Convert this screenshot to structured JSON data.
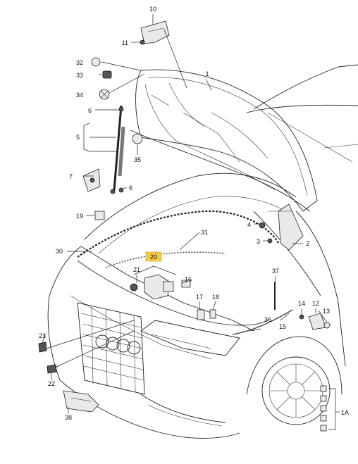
{
  "diagram": {
    "callouts": [
      {
        "id": "c10",
        "text": "10"
      },
      {
        "id": "c11",
        "text": "11"
      },
      {
        "id": "c32",
        "text": "32"
      },
      {
        "id": "c33",
        "text": "33"
      },
      {
        "id": "c34",
        "text": "34"
      },
      {
        "id": "c1",
        "text": "1"
      },
      {
        "id": "c6a",
        "text": "6"
      },
      {
        "id": "c5",
        "text": "5"
      },
      {
        "id": "c35",
        "text": "35"
      },
      {
        "id": "c7",
        "text": "7"
      },
      {
        "id": "c6b",
        "text": "6"
      },
      {
        "id": "c19",
        "text": "19"
      },
      {
        "id": "c4",
        "text": "4"
      },
      {
        "id": "c31",
        "text": "31"
      },
      {
        "id": "c3",
        "text": "3"
      },
      {
        "id": "c2",
        "text": "2"
      },
      {
        "id": "c30",
        "text": "30"
      },
      {
        "id": "c20",
        "text": "20"
      },
      {
        "id": "c21",
        "text": "21"
      },
      {
        "id": "c16",
        "text": "16"
      },
      {
        "id": "c37",
        "text": "37"
      },
      {
        "id": "c17",
        "text": "17"
      },
      {
        "id": "c18",
        "text": "18"
      },
      {
        "id": "c14",
        "text": "14"
      },
      {
        "id": "c12",
        "text": "12"
      },
      {
        "id": "c13",
        "text": "13"
      },
      {
        "id": "c36",
        "text": "36"
      },
      {
        "id": "c15",
        "text": "15"
      },
      {
        "id": "c23",
        "text": "23"
      },
      {
        "id": "c22",
        "text": "22"
      },
      {
        "id": "c38",
        "text": "38"
      },
      {
        "id": "c1A",
        "text": "1A"
      }
    ],
    "highlight_color": "#f3c94a",
    "line_color": "#222222",
    "background": "#ffffff"
  }
}
